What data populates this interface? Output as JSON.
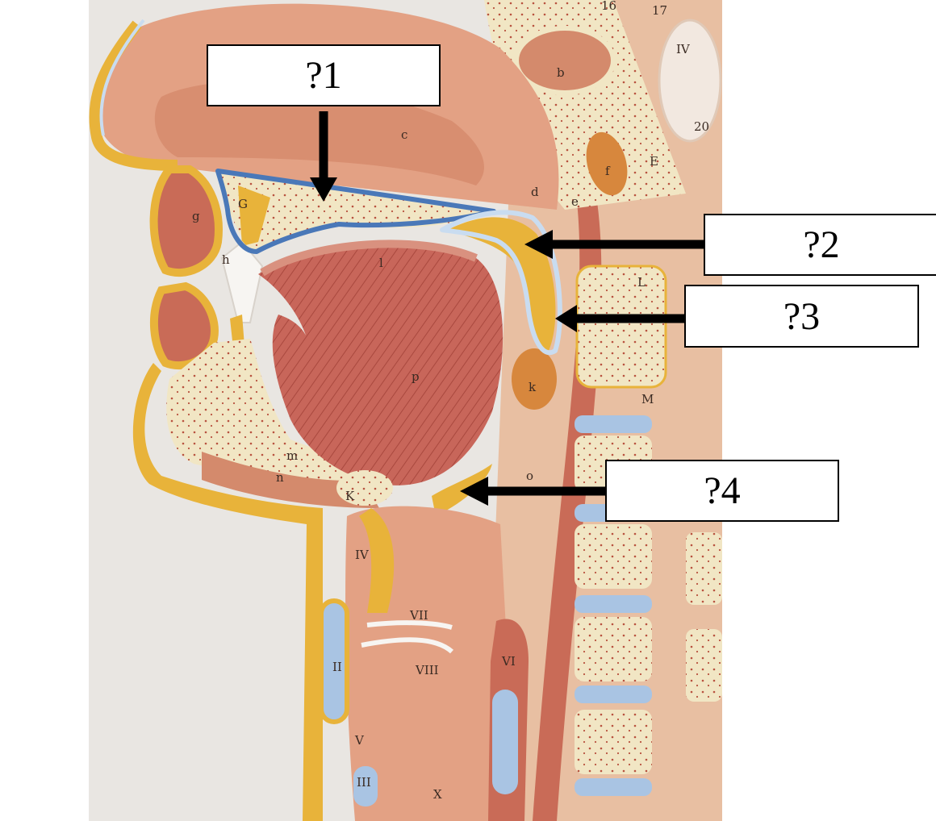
{
  "labels": [
    {
      "text": "?1"
    },
    {
      "text": "?2"
    },
    {
      "text": "?3"
    },
    {
      "text": "?4"
    }
  ],
  "model_letters": [
    "16",
    "17",
    "b",
    "c",
    "d",
    "e",
    "f",
    "E",
    "G",
    "g",
    "h",
    "l",
    "p",
    "k",
    "m",
    "n",
    "K",
    "o",
    "L",
    "M",
    "IV",
    "VII",
    "VIII",
    "VI",
    "II",
    "V",
    "III",
    "X",
    "20",
    "IV"
  ],
  "colors": {
    "outline_hard_palate": "#4a78b8",
    "outline_soft_palate": "#c9dcf0",
    "arrow": "#000000",
    "tongue": "#c8665a",
    "bone": "#f1e6c4",
    "fat_yellow": "#e8b33a",
    "cartilage_blue": "#a9c4e3",
    "tissue": "#e6a98a"
  }
}
